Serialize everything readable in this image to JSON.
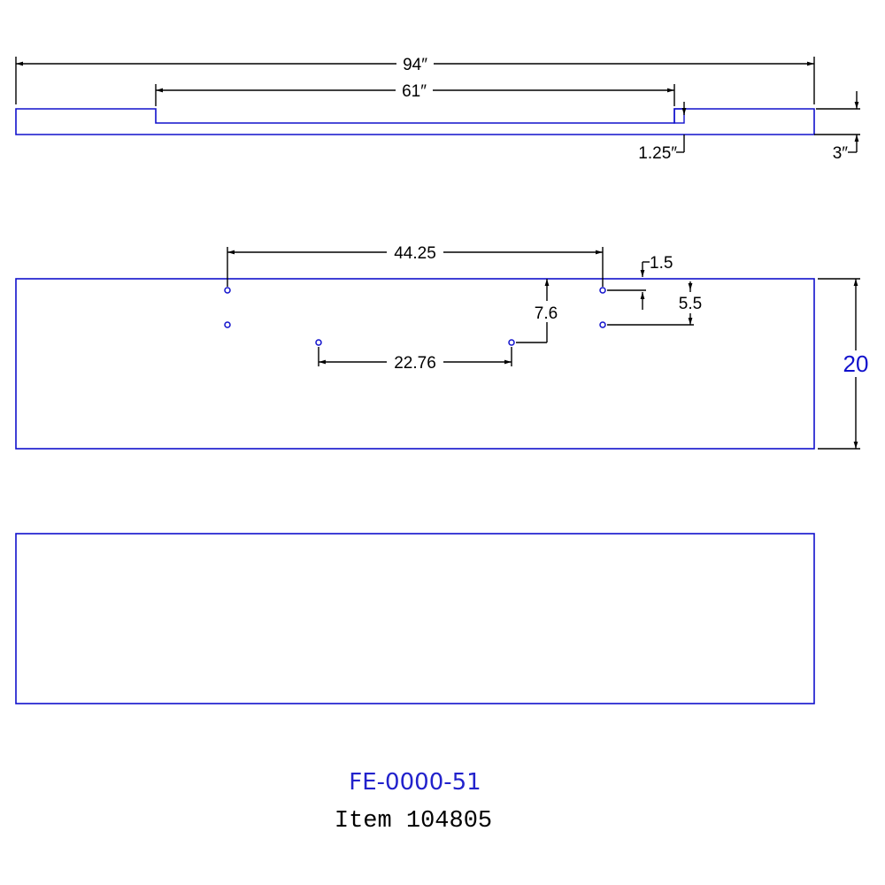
{
  "drawing": {
    "colors": {
      "part_outline": "#1111cc",
      "dimension": "#000000",
      "title": "#2222cc"
    },
    "top_view": {
      "dimensions": {
        "overall_length": "94″",
        "inner_length": "61″",
        "notch_depth": "1.25″",
        "thickness": "3″"
      }
    },
    "front_view": {
      "dimensions": {
        "hole_span": "44.25",
        "hole_row_gap": "22.76",
        "vertical_offset": "7.6",
        "top_offset": "1.5",
        "hole_pitch": "5.5",
        "height": "20"
      }
    },
    "title_block": {
      "part_number": "FE-0000-51",
      "item_label": "Item",
      "item_number": "104805"
    }
  }
}
